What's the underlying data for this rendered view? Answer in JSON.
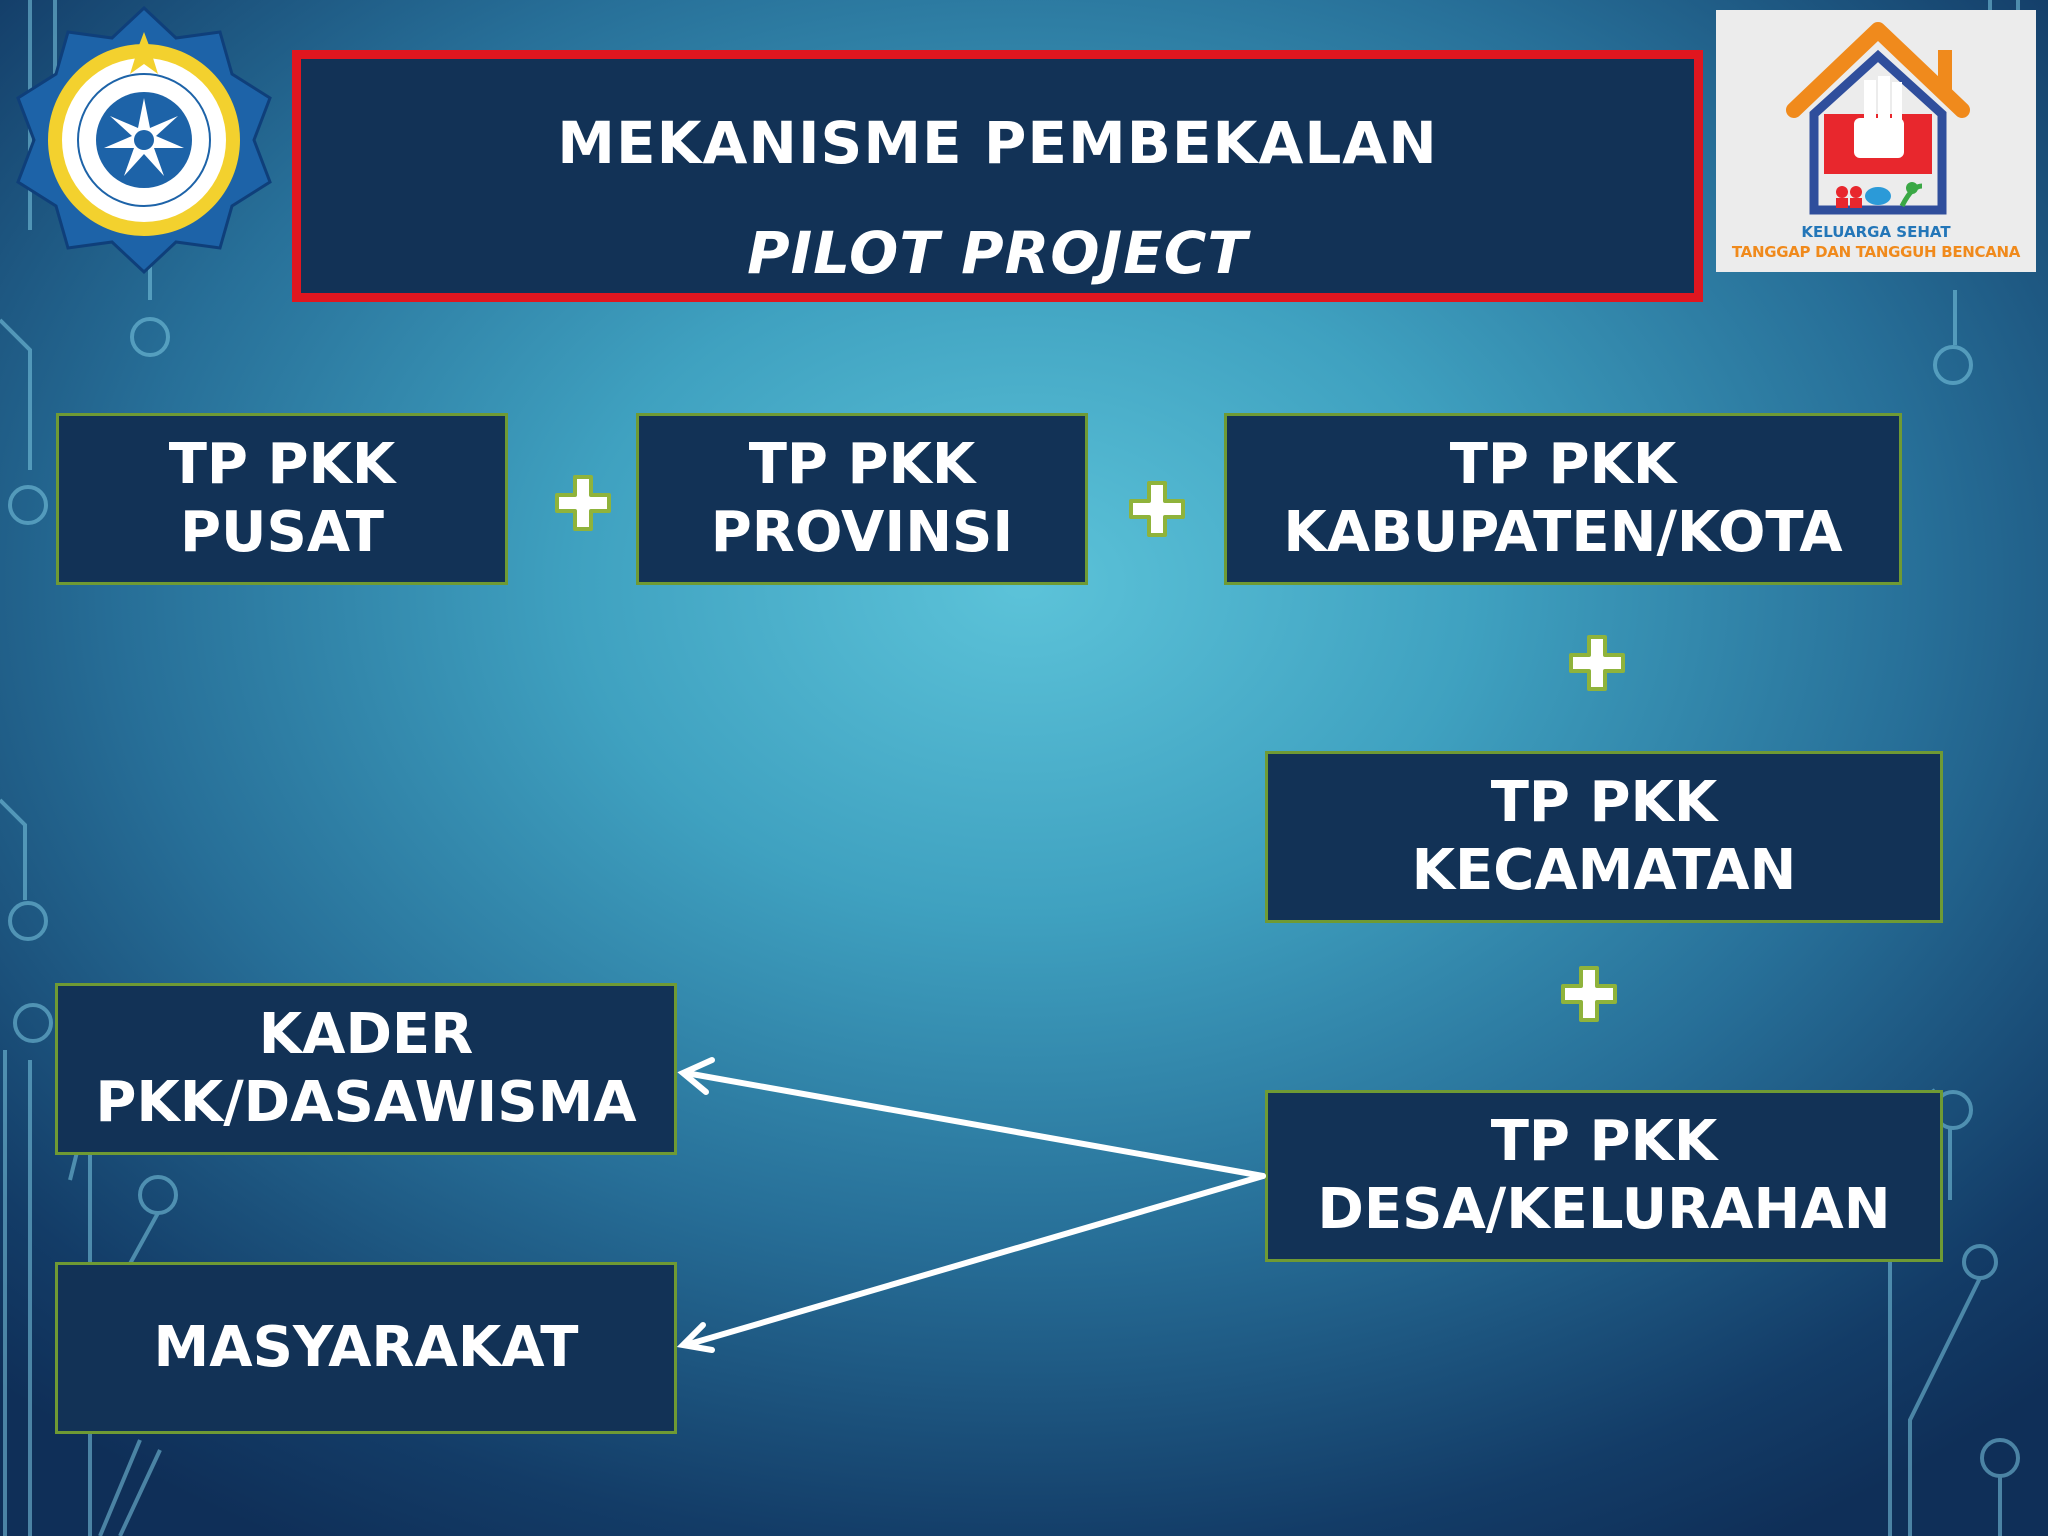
{
  "title": {
    "line1": "MEKANISME PEMBEKALAN",
    "line2": "PILOT PROJECT"
  },
  "nodes": {
    "pusat": {
      "line1": "TP PKK",
      "line2": "PUSAT"
    },
    "provinsi": {
      "line1": "TP PKK",
      "line2": "PROVINSI"
    },
    "kabupaten": {
      "line1": "TP PKK",
      "line2": "KABUPATEN/KOTA"
    },
    "kecamatan": {
      "line1": "TP PKK",
      "line2": "KECAMATAN"
    },
    "desa": {
      "line1": "TP PKK",
      "line2": "DESA/KELURAHAN"
    },
    "kader": {
      "line1": "KADER",
      "line2": "PKK/DASAWISMA"
    },
    "masyarakat": {
      "line1": "MASYARAKAT"
    }
  },
  "logos": {
    "right": {
      "line1": "KELUARGA SEHAT",
      "line2": "TANGGAP DAN TANGGUH BENCANA"
    }
  },
  "colors": {
    "box_fill": "#123256",
    "box_border": "#6f9a34",
    "title_border": "#e0161f",
    "plus_fill": "#ffffff",
    "plus_outline": "#8fb33b",
    "arrow": "#ffffff"
  }
}
